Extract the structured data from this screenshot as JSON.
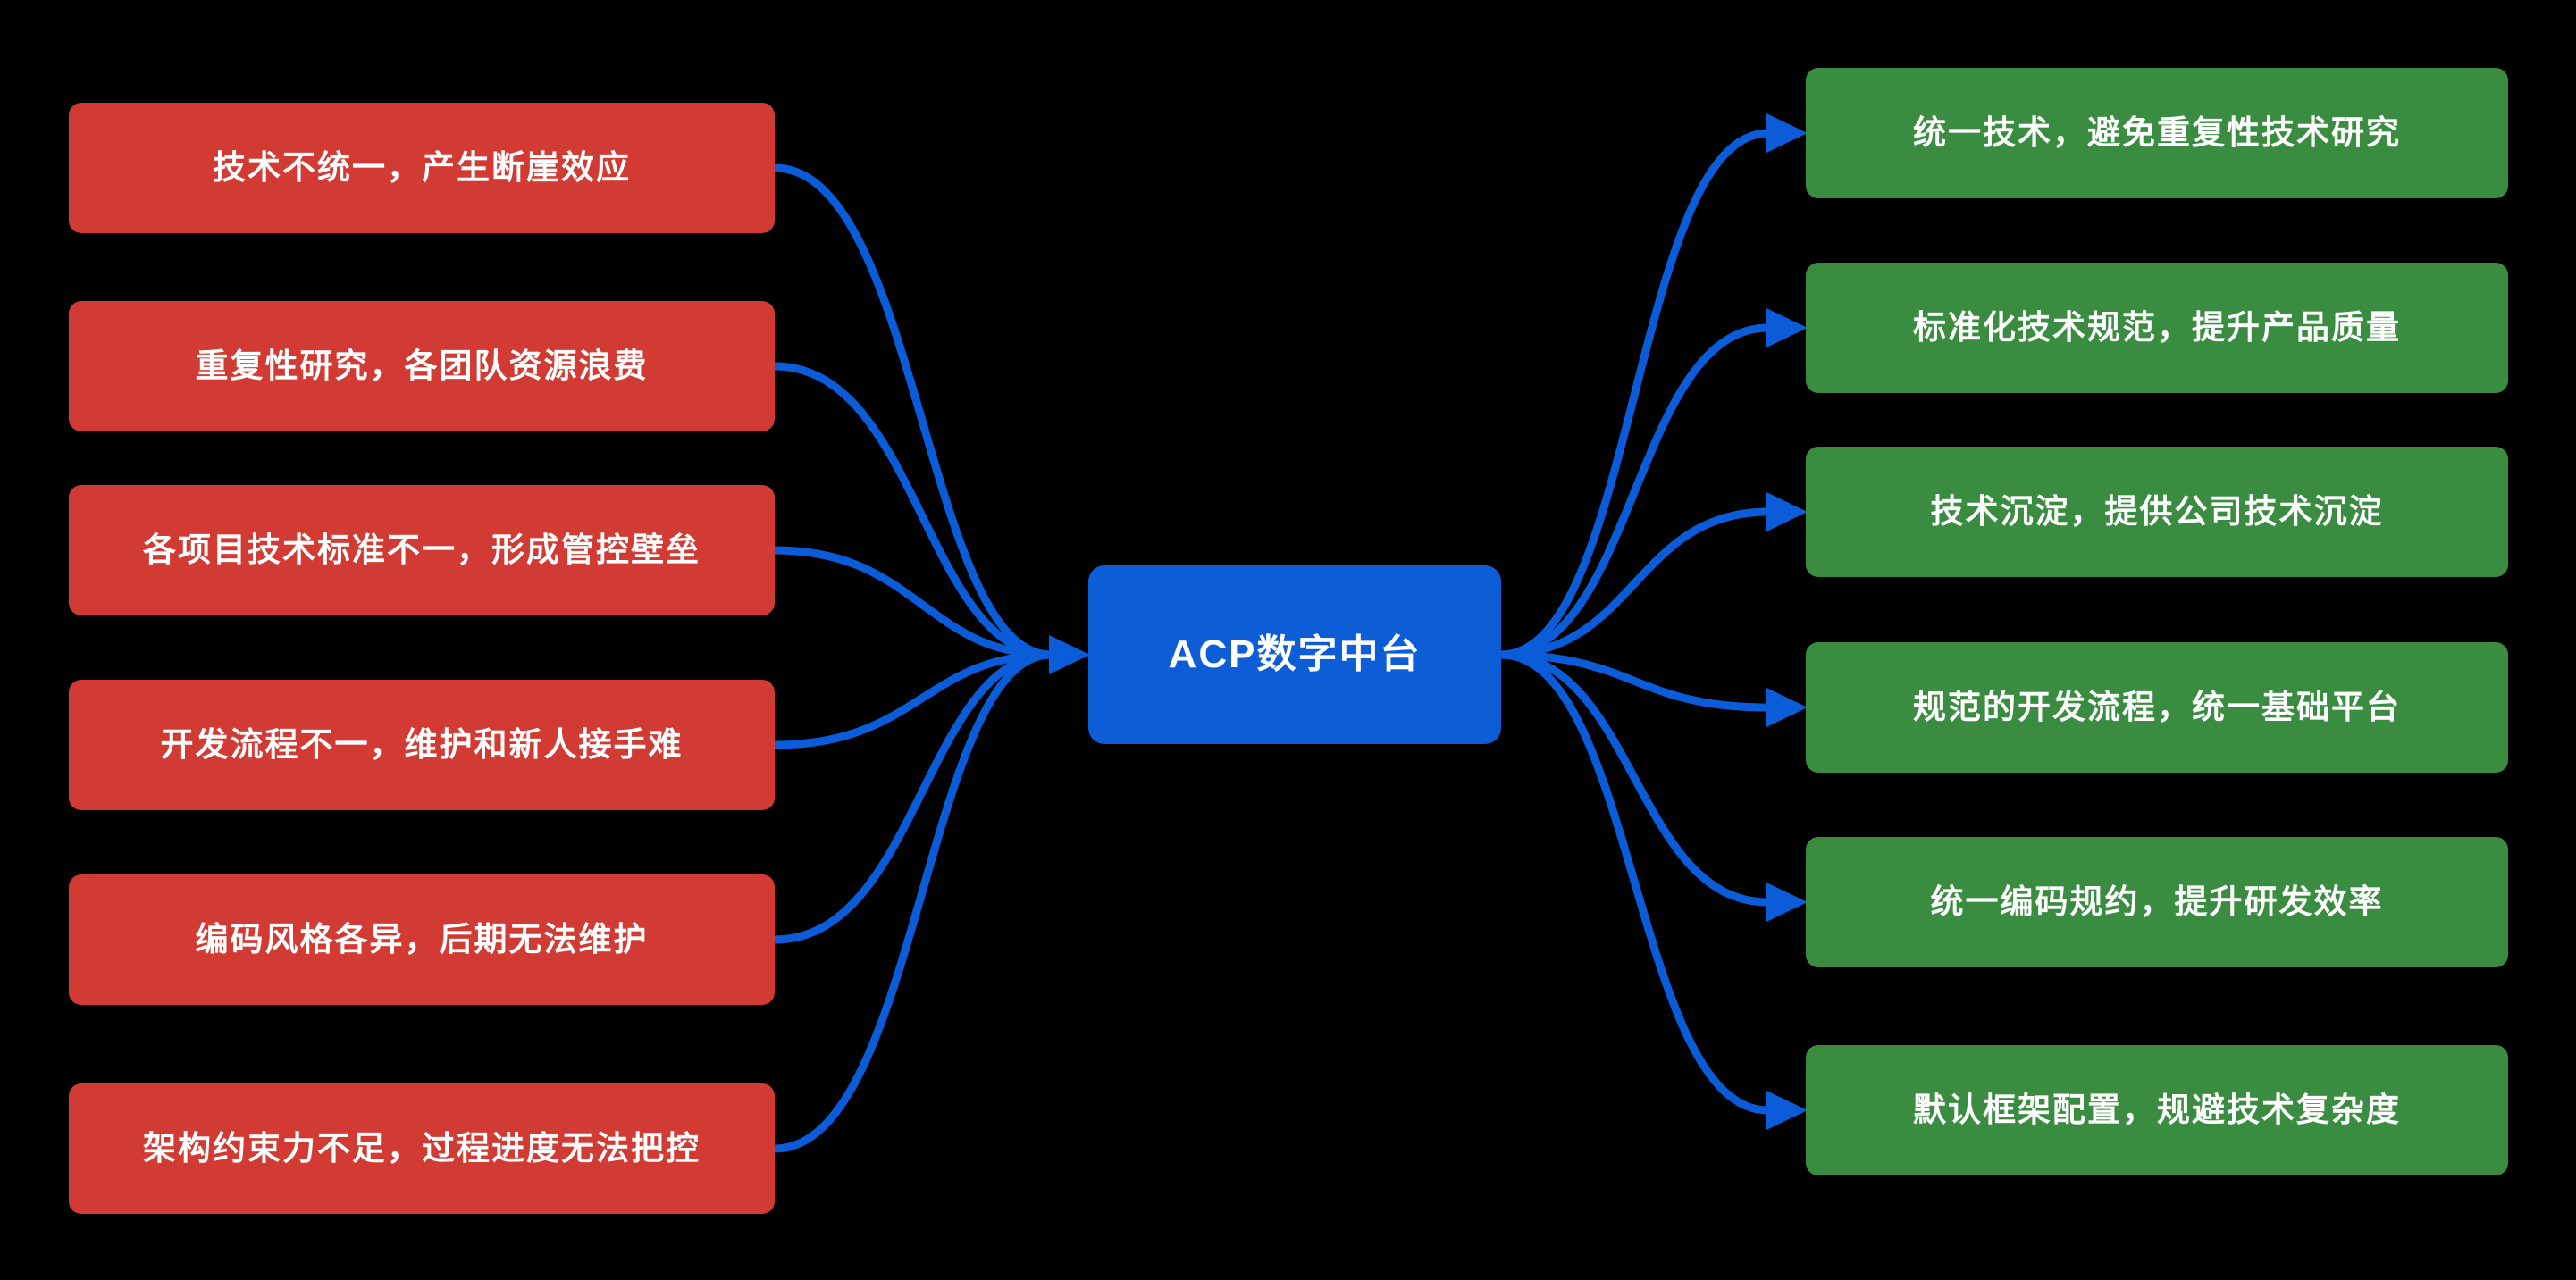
{
  "colors": {
    "background": "#000000",
    "problem_box": "#d23b33",
    "benefit_box": "#3a8d40",
    "center_box": "#0d5ed6",
    "connector": "#0b5cd8",
    "text": "#ffffff"
  },
  "center": {
    "label": "ACP数字中台"
  },
  "problems": [
    {
      "label": "技术不统一，产生断崖效应"
    },
    {
      "label": "重复性研究，各团队资源浪费"
    },
    {
      "label": "各项目技术标准不一，形成管控壁垒"
    },
    {
      "label": "开发流程不一，维护和新人接手难"
    },
    {
      "label": "编码风格各异，后期无法维护"
    },
    {
      "label": "架构约束力不足，过程进度无法把控"
    }
  ],
  "benefits": [
    {
      "label": "统一技术，避免重复性技术研究"
    },
    {
      "label": "标准化技术规范，提升产品质量"
    },
    {
      "label": "技术沉淀，提供公司技术沉淀"
    },
    {
      "label": "规范的开发流程，统一基础平台"
    },
    {
      "label": "统一编码规约，提升研发效率"
    },
    {
      "label": "默认框架配置，规避技术复杂度"
    }
  ]
}
